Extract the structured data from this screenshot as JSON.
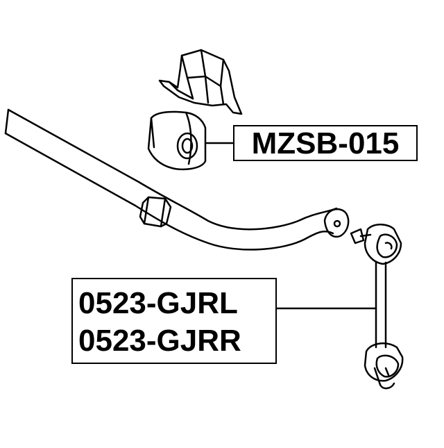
{
  "labels": {
    "bushing_part_number": "MZSB-015",
    "link_part_number_left": "0523-GJRL",
    "link_part_number_right": "0523-GJRR"
  },
  "components": {
    "stabilizer_bar": "stabilizer-bar",
    "bushing": "stabilizer-bushing",
    "bracket": "bushing-bracket",
    "stabilizer_link": "stabilizer-link"
  }
}
